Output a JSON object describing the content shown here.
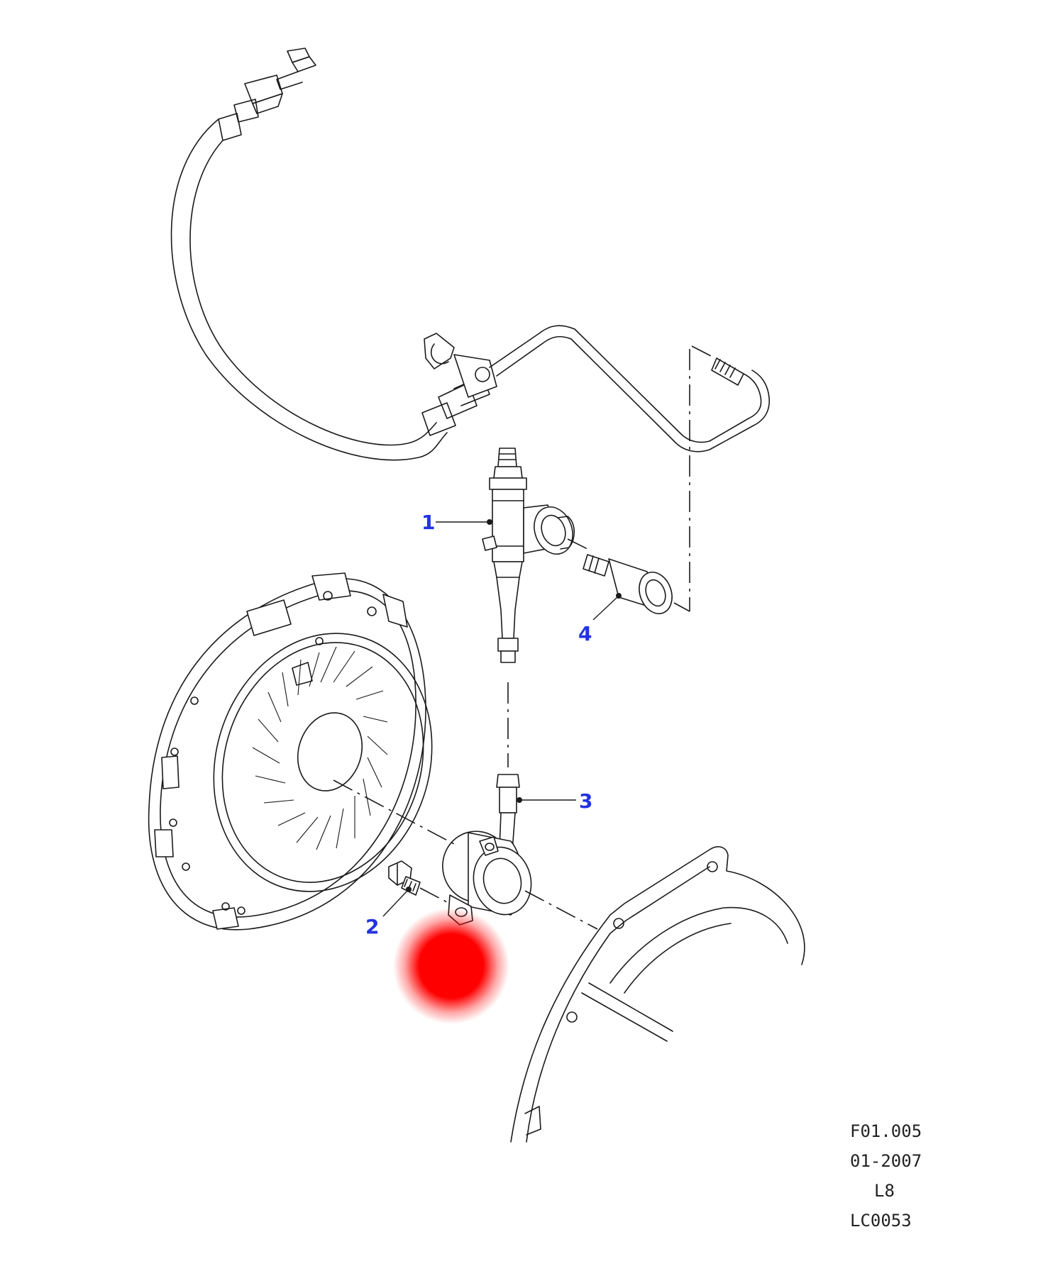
{
  "callouts": {
    "c1": "1",
    "c2": "2",
    "c3": "3",
    "c4": "4"
  },
  "meta": {
    "ref": "F01.005",
    "date": "01-2007",
    "model": "L8",
    "code": "LC0053"
  },
  "colors": {
    "callout": "#2233dd",
    "lines": "#1a1a1a",
    "marker": "#ff0000"
  }
}
